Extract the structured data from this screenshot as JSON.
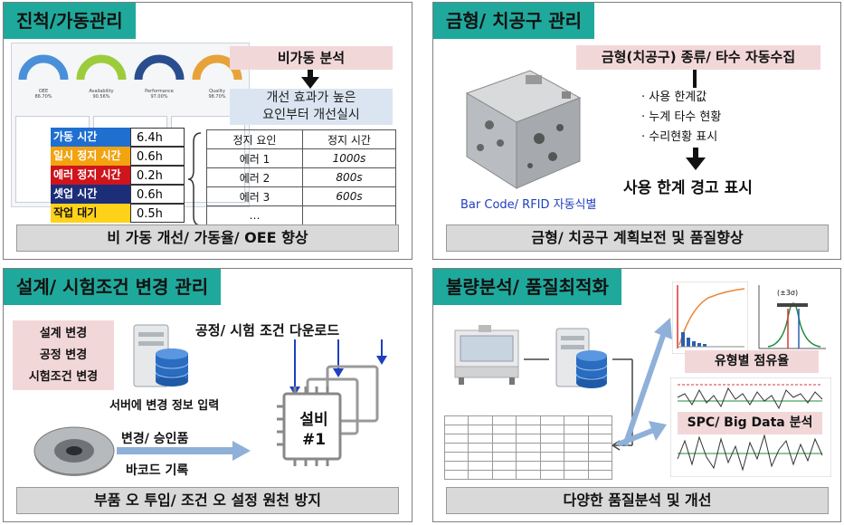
{
  "panels": {
    "progress": {
      "title": "진척/가동관리",
      "footer": "비 가동 개선/ 가동율/ OEE 향상",
      "downtime_analysis": "비가동 분석",
      "improve_note": "개선 효과가 높은\n요인부터 개선실시",
      "legend": [
        {
          "label": "가동 시간",
          "value": "6.4h",
          "color": "#1f6fd1",
          "text_color": "#ffffff"
        },
        {
          "label": "일시 정지 시간",
          "value": "0.6h",
          "color": "#f2a30f",
          "text_color": "#ffffff"
        },
        {
          "label": "에러 정지 시간",
          "value": "0.2h",
          "color": "#d0141b",
          "text_color": "#ffffff"
        },
        {
          "label": "셋업 시간",
          "value": "0.6h",
          "color": "#1c2e7a",
          "text_color": "#ffffff"
        },
        {
          "label": "작업 대기",
          "value": "0.5h",
          "color": "#ffd21a",
          "text_color": "#111111"
        }
      ],
      "stop_table": {
        "headers": [
          "정지 요인",
          "정지 시간"
        ],
        "rows": [
          [
            "에러 1",
            "1000s"
          ],
          [
            "에러 2",
            "800s"
          ],
          [
            "에러 3",
            "600s"
          ],
          [
            "…",
            ""
          ]
        ]
      },
      "gauges": [
        {
          "label": "OEE",
          "value": "86.70%",
          "color": "#4a90d9"
        },
        {
          "label": "Availability",
          "value": "90.56%",
          "color": "#9ccc3c"
        },
        {
          "label": "Performance",
          "value": "97.00%",
          "color": "#2a4d8f"
        },
        {
          "label": "Quality",
          "value": "98.70%",
          "color": "#e8a23a"
        }
      ]
    },
    "mold": {
      "title": "금형/ 치공구 관리",
      "footer": "금형/ 치공구 계획보전 및 품질향상",
      "collect": "금형(치공구) 종류/ 타수 자동수집",
      "bullets": [
        "· 사용 한계값",
        "· 누계 타수 현황",
        "· 수리현황 표시"
      ],
      "warning": "사용 한계 경고 표시",
      "barcode": "Bar Code/ RFID 자동식별"
    },
    "design": {
      "title": "설계/ 시험조건 변경 관리",
      "footer": "부품 오 투입/ 조건 오 설정 원천 방지",
      "changes": [
        "설계 변경",
        "공정 변경",
        "시험조건 변경"
      ],
      "download": "공정/ 시험 조건 다운로드",
      "server_input": "서버에 변경 정보 입력",
      "approved": "변경/ 승인품",
      "barcode_record": "바코드 기록",
      "equipment": "설비\n#1"
    },
    "quality": {
      "title": "불량분석/ 품질최적화",
      "footer": "다양한 품질분석 및 개선",
      "type_share": "유형별 점유율",
      "spc": "SPC/ Big Data 분석",
      "sigma": "(±3σ)"
    }
  },
  "colors": {
    "title_bg": "#1fa99c",
    "footer_bg": "#d9d9d9",
    "pink": "#f2d7d9",
    "light_blue": "#dbe5f1",
    "arrow_blue": "#8fb0d8",
    "link_blue": "#1f3fbf"
  }
}
